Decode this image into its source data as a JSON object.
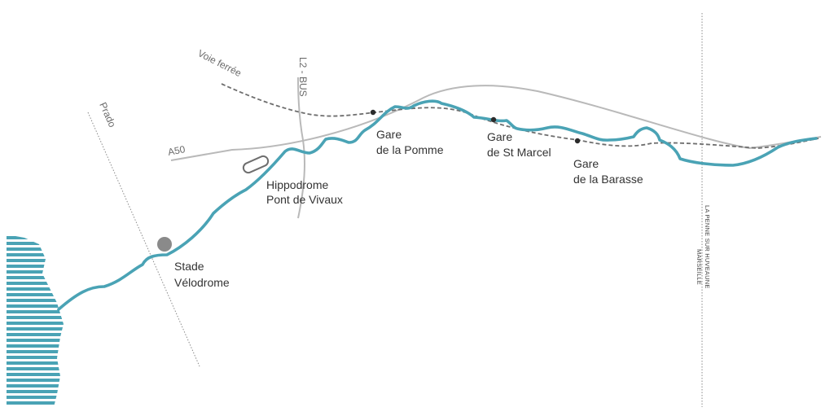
{
  "colors": {
    "river": "#4aa3b5",
    "road": "#b9b9b9",
    "railway": "#6e6e6e",
    "station": "#2b2b2b",
    "stadium": "#8a8a8a",
    "text": "#333333"
  },
  "roads": {
    "a50": "A50",
    "l2_bus": "L2 - BUS",
    "prado": "Prado",
    "railway": "Voie ferrée"
  },
  "places": {
    "stade_line1": "Stade",
    "stade_line2": "Vélodrome",
    "hippo_line1": "Hippodrome",
    "hippo_line2": "Pont de Vivaux",
    "pomme_line1": "Gare",
    "pomme_line2": "de la Pomme",
    "marcel_line1": "Gare",
    "marcel_line2": "de St Marcel",
    "barasse_line1": "Gare",
    "barasse_line2": "de la Barasse"
  },
  "boundary": {
    "line1": "LA PENNE SUR HUVEAUNE",
    "line2": "MARSEILLE"
  },
  "icons": {
    "station": "station-dot-icon",
    "stadium": "stadium-icon",
    "racetrack": "racetrack-icon"
  }
}
